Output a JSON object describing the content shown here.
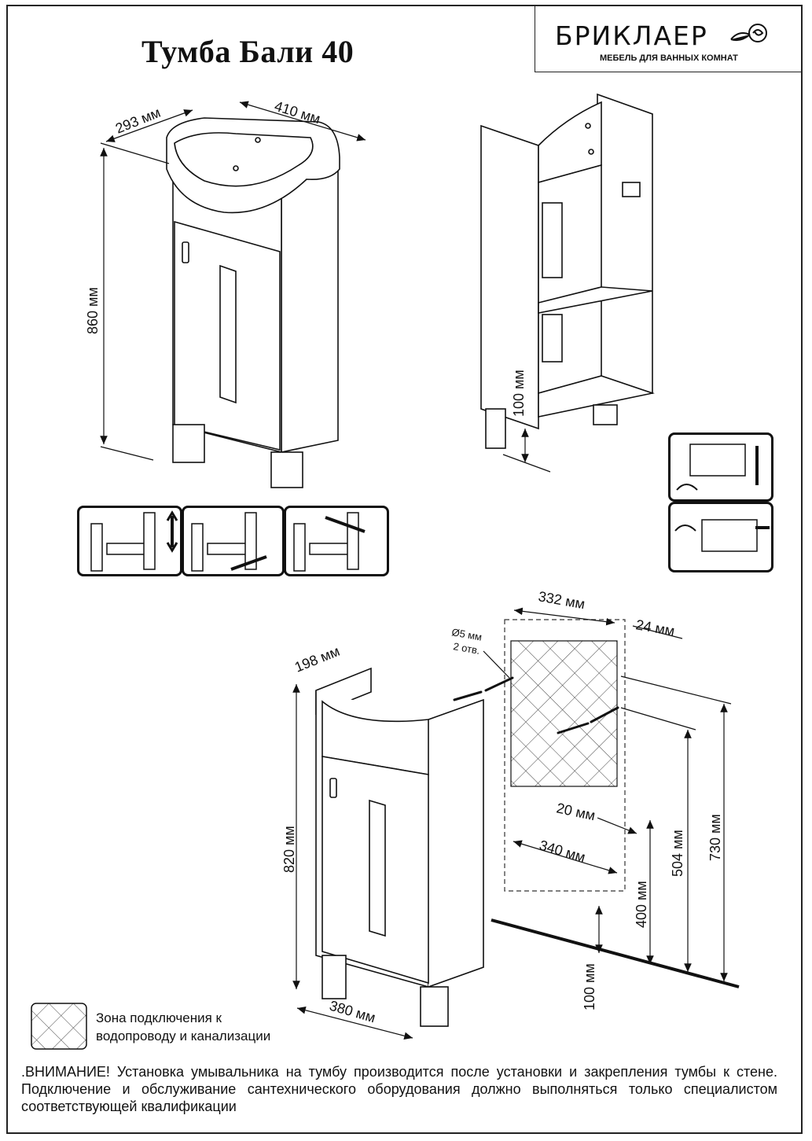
{
  "header": {
    "title": "Тумба Бали 40",
    "brand": "БРИКЛАЕР",
    "tagline": "МЕБЕЛЬ ДЛЯ ВАННЫХ КОМНАТ"
  },
  "top_view": {
    "depth": "293 мм",
    "width": "410 мм",
    "height": "860 мм",
    "leg_height": "100 мм"
  },
  "bottom_view": {
    "side_depth": "198 мм",
    "body_height": "820 мм",
    "base_width": "380 мм",
    "zone_width": "332 мм",
    "offset_right": "24 мм",
    "hole": "Ø5 мм",
    "hole_count": "2 отв.",
    "offset_20": "20 мм",
    "zone_width_bottom": "340 мм",
    "height_400": "400 мм",
    "height_504": "504 мм",
    "height_730": "730 мм",
    "floor_100": "100 мм"
  },
  "legend": {
    "line1": "Зона подключения к",
    "line2": "водопроводу и канализации"
  },
  "warning": ".ВНИМАНИЕ! Установка умывальника на тумбу производится после установки и закрепления тумбы к стене. Подключение и обслуживание сантехнического оборудования должно выполняться только специалистом соответствующей квалификации",
  "icons": [
    "rose-logo-icon",
    "hinge-adjust-icon",
    "bracket-adjust-icon"
  ]
}
